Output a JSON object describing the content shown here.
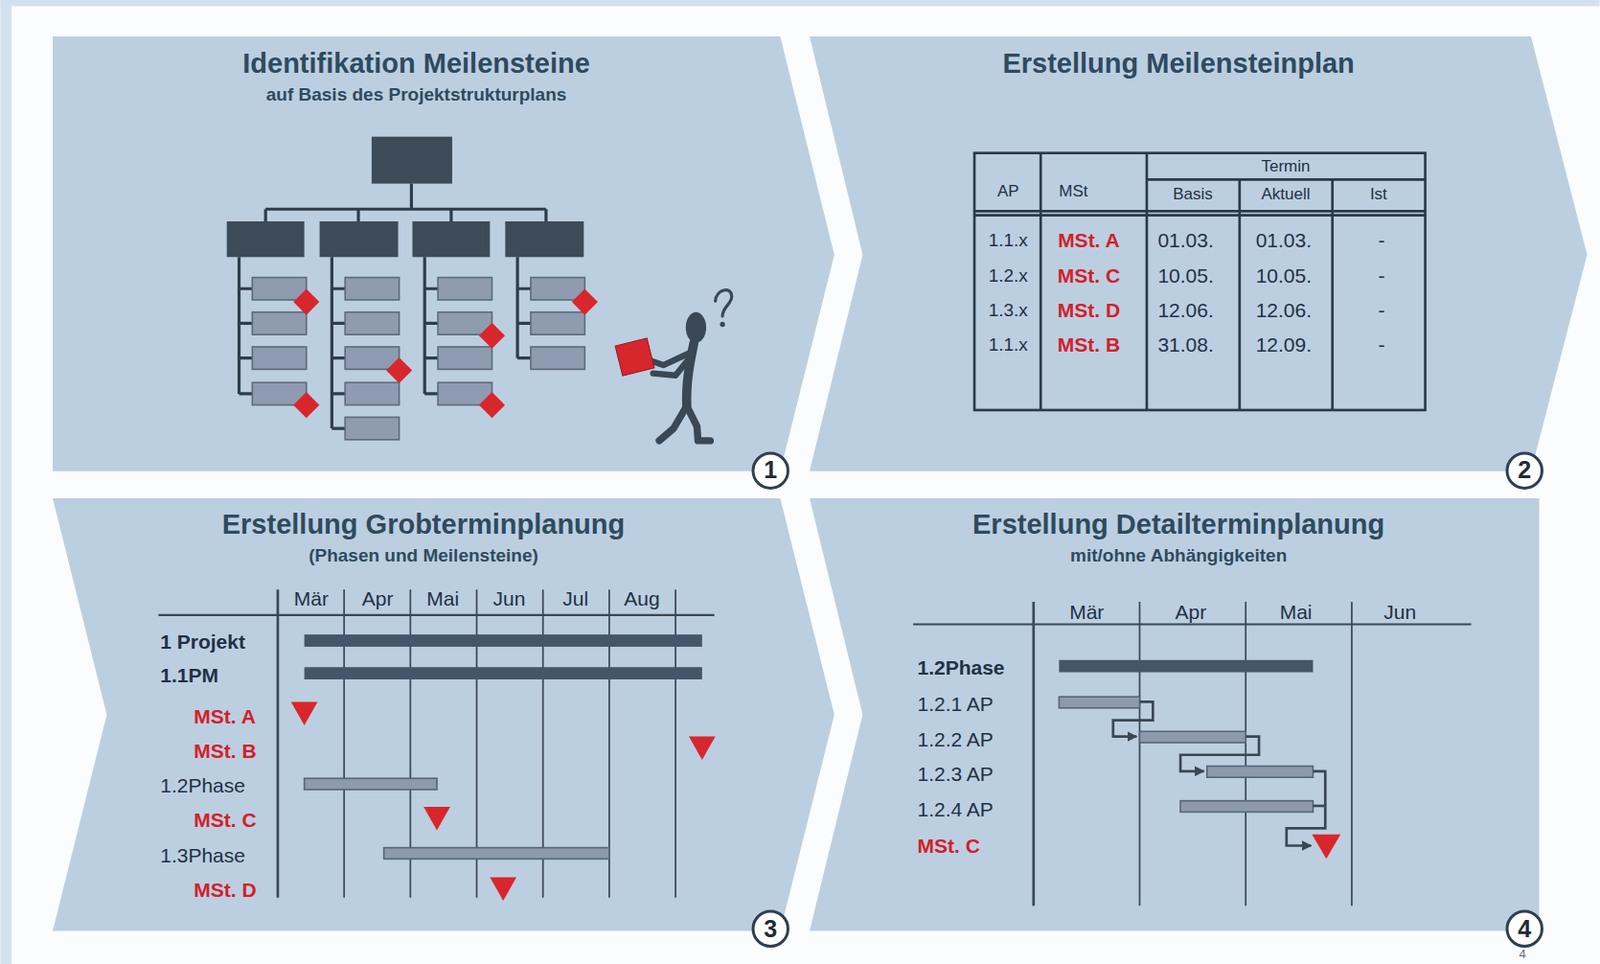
{
  "diagram": {
    "nodes": [
      {
        "text": [
          "Identifikation Meilensteine",
          "auf Basis des Projektstrukturplans"
        ]
      },
      {
        "text": [
          "1"
        ],
        "in": 0
      },
      {
        "text": [
          "Erstellung Meilensteinplan"
        ]
      },
      {
        "text": [
          "2"
        ],
        "in": 2
      },
      {
        "text": [
          "Erstellung Grobterminplanung",
          "(Phasen und Meilensteine)"
        ]
      },
      {
        "text": [
          "3"
        ],
        "in": 4
      },
      {
        "text": [
          "Erstellung Detailterminplanung",
          "mit/ohne Abhängigkeiten"
        ]
      },
      {
        "text": [
          "4"
        ],
        "in": 6
      }
    ],
    "labels": [
      "AP",
      "MSt",
      "Termin",
      "Basis",
      "Aktuell",
      "Ist",
      "1.1.x",
      "MSt. A",
      "01.03.",
      "01.03.",
      "-",
      "1.2.x",
      "MSt. C",
      "10.05.",
      "10.05.",
      "-",
      "1.3.x",
      "MSt. D",
      "12.06.",
      "12.06.",
      "-",
      "1.1.x",
      "MSt. B",
      "31.08.",
      "12.09.",
      "-",
      "Mär",
      "Apr",
      "Mai",
      "Jun",
      "Jul",
      "Aug",
      "1 Projekt",
      "1.1PM",
      "MSt. A",
      "MSt. B",
      "1.2Phase",
      "MSt. C",
      "1.3Phase",
      "MSt. D",
      "Mär",
      "Apr",
      "Mai",
      "Jun",
      "1.2Phase",
      "1.2.1 AP",
      "1.2.2 AP",
      "1.2.3 AP",
      "1.2.4 AP",
      "MSt. C",
      "4"
    ]
  }
}
